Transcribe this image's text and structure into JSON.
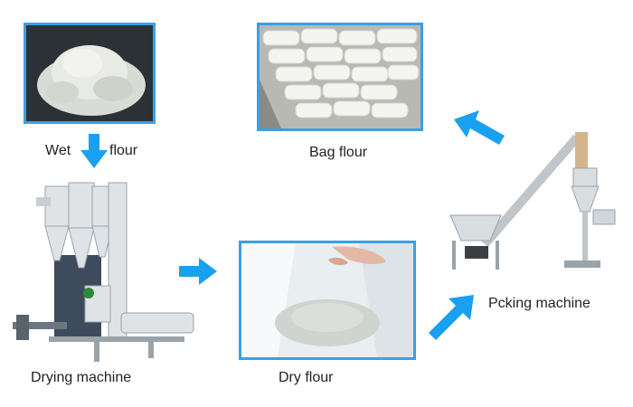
{
  "labels": {
    "wet": "Wet",
    "flour": "flour",
    "bag_flour": "Bag flour",
    "drying_machine": "Drying machine",
    "dry_flour": "Dry flour",
    "packing_machine": "Pcking machine"
  },
  "colors": {
    "frame": "#3aa0e6",
    "arrow": "#1aa0f0"
  },
  "icons": {
    "down": "arrow-down-icon",
    "right": "arrow-right-icon",
    "up_right": "arrow-up-right-icon",
    "up_left": "arrow-up-left-icon"
  }
}
